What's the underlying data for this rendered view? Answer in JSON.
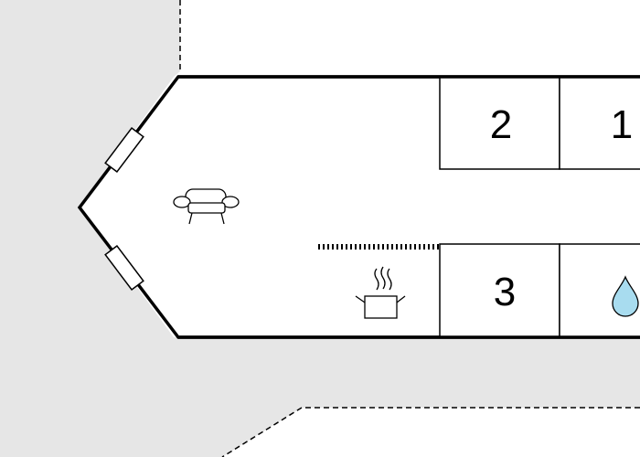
{
  "floorplan": {
    "rooms": [
      {
        "id": "room-2",
        "number": "2"
      },
      {
        "id": "room-1",
        "number": "1"
      },
      {
        "id": "room-3",
        "number": "3"
      }
    ],
    "icons": {
      "living": "sofa-icon",
      "kitchen": "cooking-pot-icon",
      "bathroom": "water-drop-icon",
      "windows": "window-icon"
    },
    "colors": {
      "outside_area": "#e6e6e6",
      "interior": "#ffffff",
      "walls": "#000000",
      "water_drop": "#a8dcef"
    }
  }
}
